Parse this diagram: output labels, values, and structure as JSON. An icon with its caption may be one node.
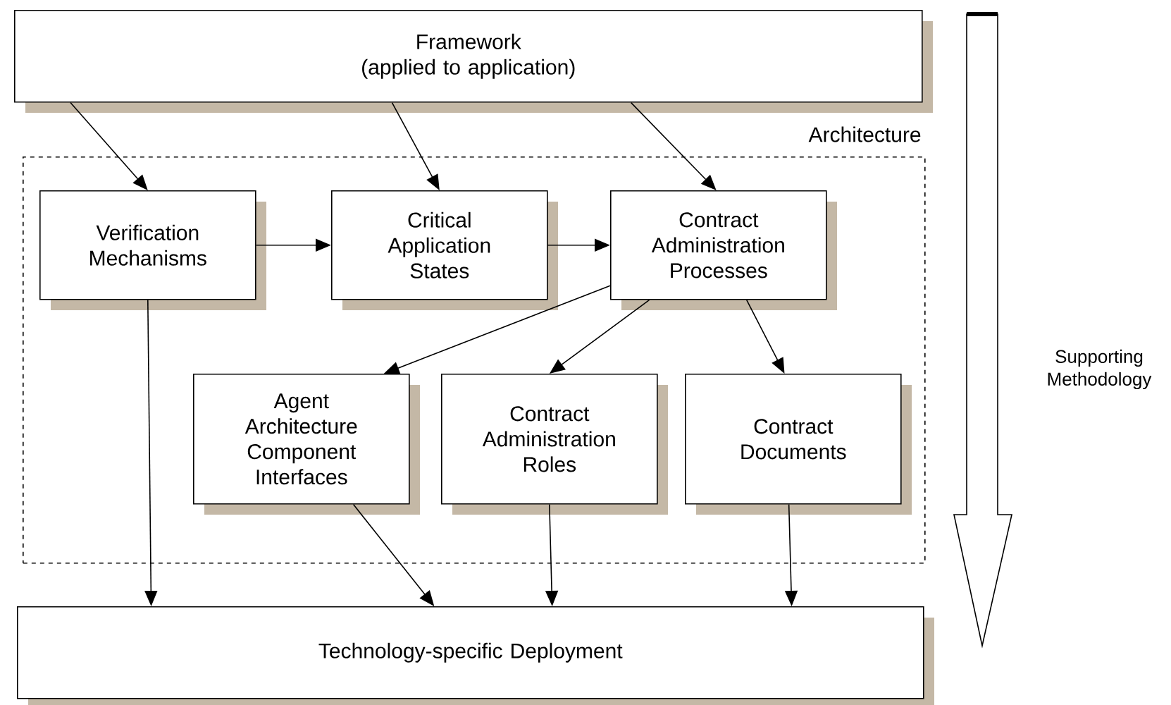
{
  "diagram": {
    "nodes": [
      {
        "text": [
          "Framework",
          "(applied to application)"
        ]
      },
      {
        "text": [
          "Architecture"
        ]
      },
      {
        "text": [
          "Verification Mechanisms"
        ],
        "in": 1
      },
      {
        "text": [
          "Critical Application States"
        ],
        "in": 1
      },
      {
        "text": [
          "Contract Administration Processes"
        ],
        "in": 1
      },
      {
        "text": [
          "Agent Architecture Component Interfaces"
        ],
        "in": 1
      },
      {
        "text": [
          "Contract Administration Roles"
        ],
        "in": 1
      },
      {
        "text": [
          "Contract Documents"
        ],
        "in": 1
      },
      {
        "text": [
          "Technology-specific Deployment"
        ]
      }
    ],
    "edges": [
      {
        "from": 0,
        "to": 2,
        "arrow": "to"
      },
      {
        "from": 0,
        "to": 3,
        "arrow": "to"
      },
      {
        "from": 0,
        "to": 4,
        "arrow": "to"
      },
      {
        "from": 2,
        "to": 3,
        "arrow": "to"
      },
      {
        "from": 3,
        "to": 4,
        "arrow": "to"
      },
      {
        "from": 4,
        "to": 5,
        "arrow": "to"
      },
      {
        "from": 4,
        "to": 6,
        "arrow": "to"
      },
      {
        "from": 4,
        "to": 7,
        "arrow": "to"
      },
      {
        "from": 2,
        "to": 8,
        "arrow": "to"
      },
      {
        "from": 5,
        "to": 8,
        "arrow": "to"
      },
      {
        "from": 6,
        "to": 8,
        "arrow": "to"
      },
      {
        "from": 7,
        "to": 8,
        "arrow": "to"
      }
    ],
    "labels": [
      "Supporting Methodology"
    ]
  }
}
